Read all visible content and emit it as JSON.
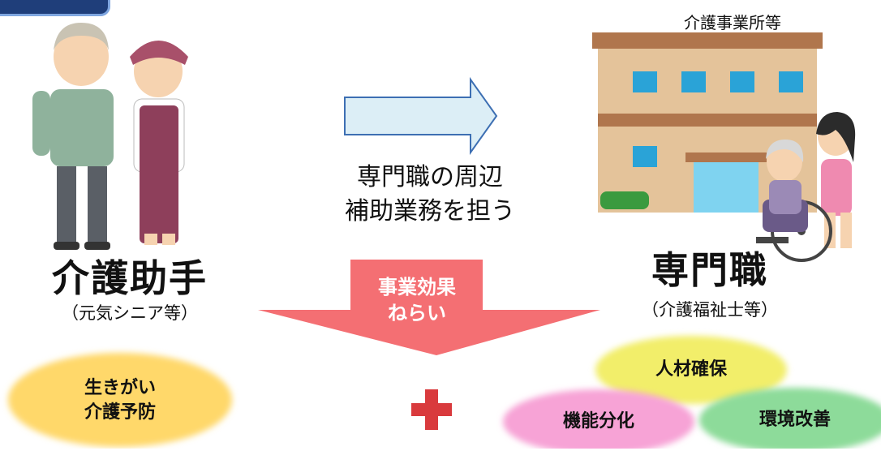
{
  "left": {
    "role_title": "介護助手",
    "role_subtitle": "（元気シニア等）",
    "benefit_line1": "生きがい",
    "benefit_line2": "介護予防"
  },
  "middle": {
    "arrow_text_line1": "専門職の周辺",
    "arrow_text_line2": "補助業務を担う",
    "effect_line1": "事業効果",
    "effect_line2": "ねらい"
  },
  "right": {
    "facility_label": "介護事業所等",
    "role_title": "専門職",
    "role_subtitle": "（介護福祉士等）",
    "benefits": [
      "人材確保",
      "機能分化",
      "環境改善"
    ]
  },
  "colors": {
    "yellow_blob": "#ffd86a",
    "yellow_green_blob": "#f2ee6a",
    "pink_blob": "#f7a3d6",
    "green_blob": "#8ddb9a",
    "red_arrow": "#f46f73",
    "plus": "#d93a3d",
    "light_arrow_fill": "#dceef6",
    "light_arrow_stroke": "#3d6fb3"
  }
}
